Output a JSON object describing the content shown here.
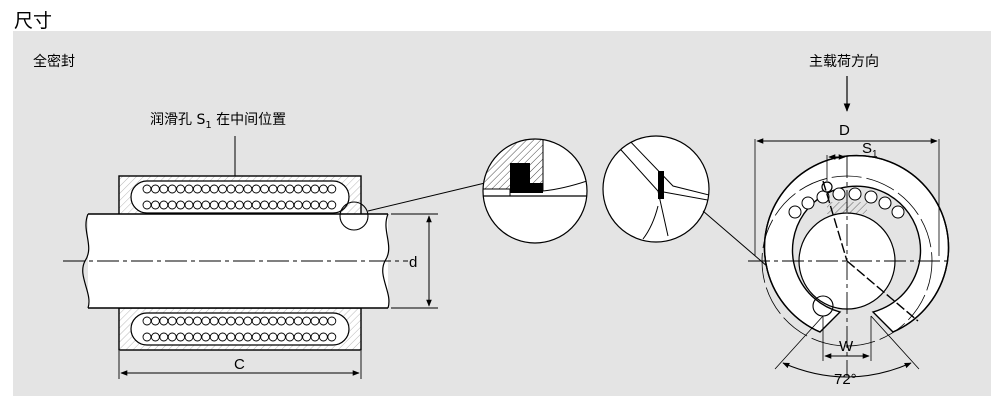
{
  "page_title": "尺寸",
  "labels": {
    "full_seal": "全密封",
    "main_load_direction": "主载荷方向",
    "lube_hole_prefix": "润滑孔 ",
    "lube_hole_symbol": "S",
    "lube_hole_sub": "1",
    "lube_hole_suffix": " 在中间位置"
  },
  "dimensions": {
    "length": "C",
    "shaft_diameter": "d",
    "outer_diameter": "D",
    "hole_offset": "S",
    "hole_offset_sub": "1",
    "slot_width": "W",
    "angle": "72°"
  }
}
